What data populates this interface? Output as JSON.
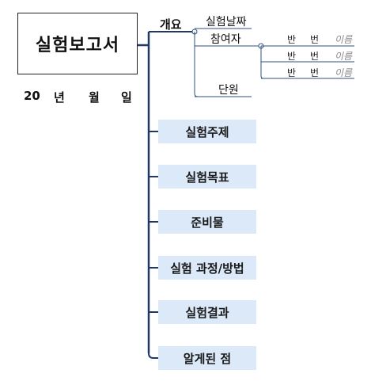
{
  "title": "실험보고서",
  "date": {
    "year_prefix": "20",
    "year_unit": "년",
    "month_unit": "월",
    "day_unit": "일"
  },
  "overview": {
    "label": "개요",
    "items": {
      "date_label": "실험날짜",
      "participants_label": "참여자",
      "unit_label": "단원"
    },
    "member_rows": [
      {
        "class_unit": "반",
        "number_unit": "번",
        "name_placeholder": "이름"
      },
      {
        "class_unit": "반",
        "number_unit": "번",
        "name_placeholder": "이름"
      },
      {
        "class_unit": "반",
        "number_unit": "번",
        "name_placeholder": "이름"
      }
    ]
  },
  "sections": [
    {
      "label": "실험주제"
    },
    {
      "label": "실험목표"
    },
    {
      "label": "준비물"
    },
    {
      "label": "실험 과정/방법"
    },
    {
      "label": "실험결과"
    },
    {
      "label": "알게된 점"
    }
  ],
  "colors": {
    "line": "#1f3864",
    "section_fill": "#dbe9f9",
    "thin_line": "#2f4f7f"
  }
}
